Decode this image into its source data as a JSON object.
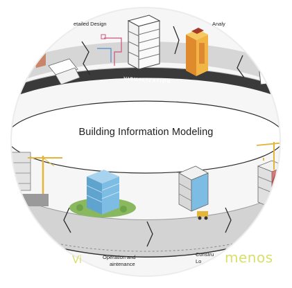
{
  "title": "Building Information Modeling",
  "ring_label": "VISUALIZATION",
  "stages": {
    "detailed_design": "etailed Design",
    "analysis": "Analy",
    "operation_line1": "Operation and",
    "operation_line2": "aintenance",
    "construction_line1": "Constru",
    "construction_line2": "Lo"
  },
  "watermark": {
    "left": "Vi",
    "right": "menos"
  },
  "colors": {
    "ring": "#d4d4d4",
    "ring_edge": "#2b2b2b",
    "tower_blue": "#5ea4cf",
    "tower_gold": "#e6a93a",
    "crane": "#e5b53b",
    "watermark": "#d9df6a"
  }
}
